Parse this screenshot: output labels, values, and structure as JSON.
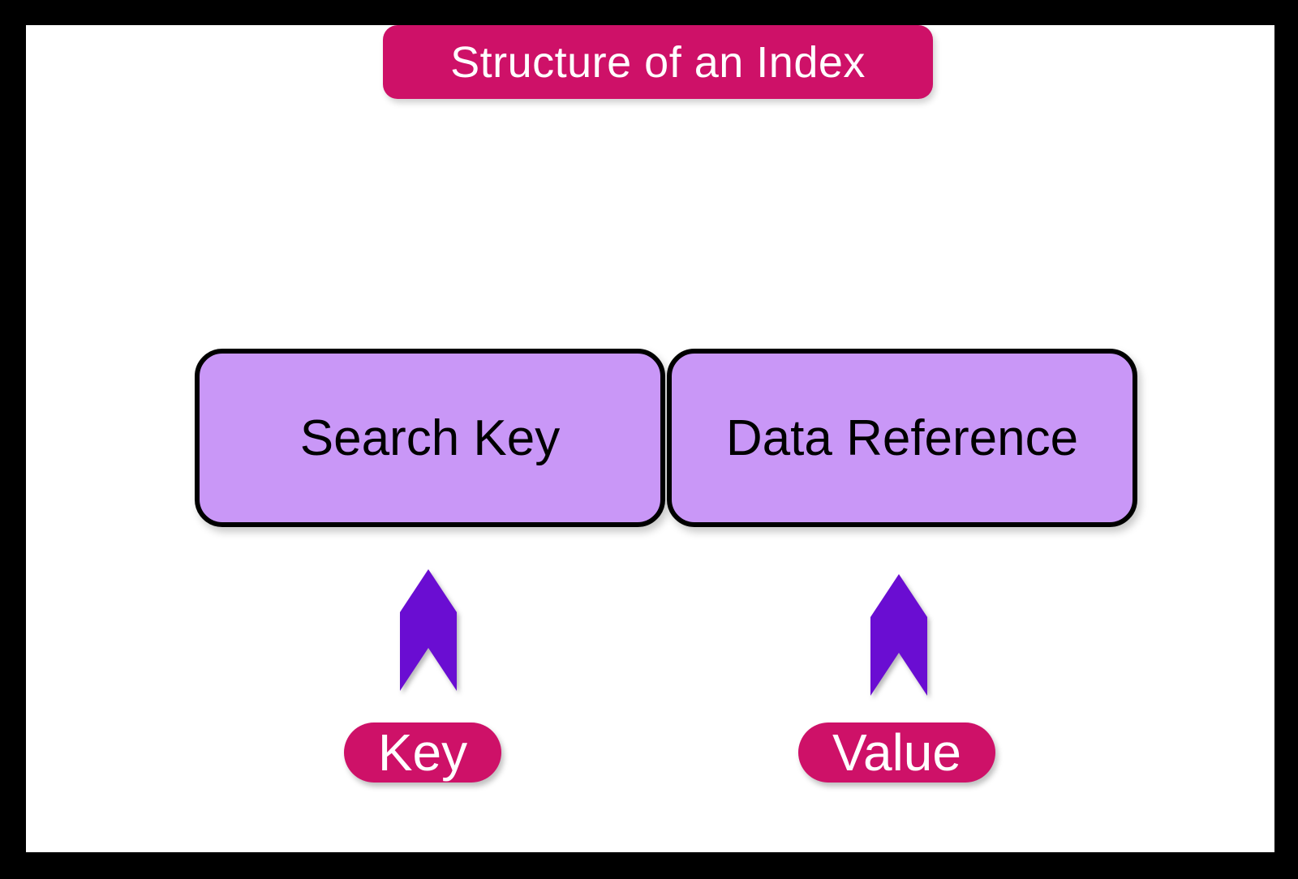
{
  "diagram": {
    "title": "Structure of an Index",
    "boxes": [
      {
        "label": "Search Key",
        "annotation": "Key"
      },
      {
        "label": "Data Reference",
        "annotation": "Value"
      }
    ],
    "icons": [
      {
        "name": "up-arrow-icon",
        "meaning": "points from Key label to Search Key box"
      },
      {
        "name": "up-arrow-icon",
        "meaning": "points from Value label to Data Reference box"
      }
    ]
  },
  "colors": {
    "frame": "#000000",
    "canvas": "#ffffff",
    "magenta": "#CE1168",
    "box_fill": "#C997F7",
    "box_border": "#000000",
    "arrow": "#6A0DD2",
    "text_on_magenta": "#ffffff",
    "text_on_box": "#000000"
  }
}
